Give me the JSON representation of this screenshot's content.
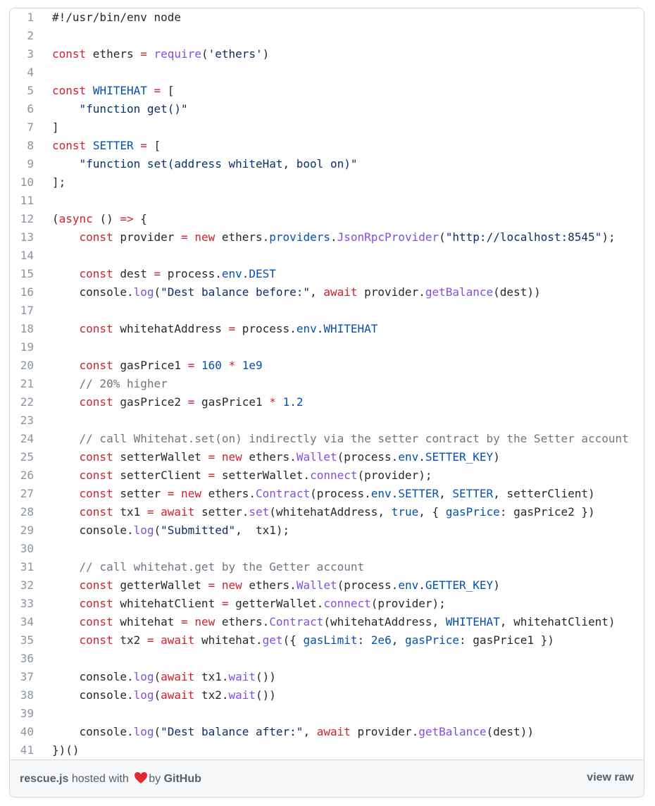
{
  "code": {
    "lines": [
      [
        [
          "p",
          "#!/usr/bin/env node"
        ]
      ],
      [],
      [
        [
          "k",
          "const"
        ],
        [
          "p",
          " ethers "
        ],
        [
          "k",
          "="
        ],
        [
          "p",
          " "
        ],
        [
          "f",
          "require"
        ],
        [
          "p",
          "("
        ],
        [
          "s",
          "'ethers'"
        ],
        [
          "p",
          ")"
        ]
      ],
      [],
      [
        [
          "k",
          "const"
        ],
        [
          "p",
          " "
        ],
        [
          "c",
          "WHITEHAT"
        ],
        [
          "p",
          " "
        ],
        [
          "k",
          "="
        ],
        [
          "p",
          " ["
        ]
      ],
      [
        [
          "p",
          "    "
        ],
        [
          "s",
          "\"function get()\""
        ]
      ],
      [
        [
          "p",
          "]"
        ]
      ],
      [
        [
          "k",
          "const"
        ],
        [
          "p",
          " "
        ],
        [
          "c",
          "SETTER"
        ],
        [
          "p",
          " "
        ],
        [
          "k",
          "="
        ],
        [
          "p",
          " ["
        ]
      ],
      [
        [
          "p",
          "    "
        ],
        [
          "s",
          "\"function set(address whiteHat, bool on)\""
        ]
      ],
      [
        [
          "p",
          "];"
        ]
      ],
      [],
      [
        [
          "p",
          "("
        ],
        [
          "k",
          "async"
        ],
        [
          "p",
          " () "
        ],
        [
          "k",
          "=>"
        ],
        [
          "p",
          " {"
        ]
      ],
      [
        [
          "p",
          "    "
        ],
        [
          "k",
          "const"
        ],
        [
          "p",
          " provider "
        ],
        [
          "k",
          "="
        ],
        [
          "p",
          " "
        ],
        [
          "k",
          "new"
        ],
        [
          "p",
          " ethers."
        ],
        [
          "c",
          "providers"
        ],
        [
          "p",
          "."
        ],
        [
          "f",
          "JsonRpcProvider"
        ],
        [
          "p",
          "("
        ],
        [
          "s",
          "\"http://localhost:8545\""
        ],
        [
          "p",
          ");"
        ]
      ],
      [],
      [
        [
          "p",
          "    "
        ],
        [
          "k",
          "const"
        ],
        [
          "p",
          " dest "
        ],
        [
          "k",
          "="
        ],
        [
          "p",
          " process."
        ],
        [
          "c",
          "env"
        ],
        [
          "p",
          "."
        ],
        [
          "c",
          "DEST"
        ]
      ],
      [
        [
          "p",
          "    console."
        ],
        [
          "f",
          "log"
        ],
        [
          "p",
          "("
        ],
        [
          "s",
          "\"Dest balance before:\""
        ],
        [
          "p",
          ", "
        ],
        [
          "k",
          "await"
        ],
        [
          "p",
          " provider."
        ],
        [
          "f",
          "getBalance"
        ],
        [
          "p",
          "(dest))"
        ]
      ],
      [],
      [
        [
          "p",
          "    "
        ],
        [
          "k",
          "const"
        ],
        [
          "p",
          " whitehatAddress "
        ],
        [
          "k",
          "="
        ],
        [
          "p",
          " process."
        ],
        [
          "c",
          "env"
        ],
        [
          "p",
          "."
        ],
        [
          "c",
          "WHITEHAT"
        ]
      ],
      [],
      [
        [
          "p",
          "    "
        ],
        [
          "k",
          "const"
        ],
        [
          "p",
          " gasPrice1 "
        ],
        [
          "k",
          "="
        ],
        [
          "p",
          " "
        ],
        [
          "c",
          "160"
        ],
        [
          "p",
          " "
        ],
        [
          "k",
          "*"
        ],
        [
          "p",
          " "
        ],
        [
          "c",
          "1e9"
        ]
      ],
      [
        [
          "p",
          "    "
        ],
        [
          "cm",
          "// 20% higher"
        ]
      ],
      [
        [
          "p",
          "    "
        ],
        [
          "k",
          "const"
        ],
        [
          "p",
          " gasPrice2 "
        ],
        [
          "k",
          "="
        ],
        [
          "p",
          " gasPrice1 "
        ],
        [
          "k",
          "*"
        ],
        [
          "p",
          " "
        ],
        [
          "c",
          "1.2"
        ]
      ],
      [],
      [
        [
          "p",
          "    "
        ],
        [
          "cm",
          "// call Whitehat.set(on) indirectly via the setter contract by the Setter account"
        ]
      ],
      [
        [
          "p",
          "    "
        ],
        [
          "k",
          "const"
        ],
        [
          "p",
          " setterWallet "
        ],
        [
          "k",
          "="
        ],
        [
          "p",
          " "
        ],
        [
          "k",
          "new"
        ],
        [
          "p",
          " ethers."
        ],
        [
          "f",
          "Wallet"
        ],
        [
          "p",
          "(process."
        ],
        [
          "c",
          "env"
        ],
        [
          "p",
          "."
        ],
        [
          "c",
          "SETTER_KEY"
        ],
        [
          "p",
          ")"
        ]
      ],
      [
        [
          "p",
          "    "
        ],
        [
          "k",
          "const"
        ],
        [
          "p",
          " setterClient "
        ],
        [
          "k",
          "="
        ],
        [
          "p",
          " setterWallet."
        ],
        [
          "f",
          "connect"
        ],
        [
          "p",
          "(provider);"
        ]
      ],
      [
        [
          "p",
          "    "
        ],
        [
          "k",
          "const"
        ],
        [
          "p",
          " setter "
        ],
        [
          "k",
          "="
        ],
        [
          "p",
          " "
        ],
        [
          "k",
          "new"
        ],
        [
          "p",
          " ethers."
        ],
        [
          "f",
          "Contract"
        ],
        [
          "p",
          "(process."
        ],
        [
          "c",
          "env"
        ],
        [
          "p",
          "."
        ],
        [
          "c",
          "SETTER"
        ],
        [
          "p",
          ", "
        ],
        [
          "c",
          "SETTER"
        ],
        [
          "p",
          ", setterClient)"
        ]
      ],
      [
        [
          "p",
          "    "
        ],
        [
          "k",
          "const"
        ],
        [
          "p",
          " tx1 "
        ],
        [
          "k",
          "="
        ],
        [
          "p",
          " "
        ],
        [
          "k",
          "await"
        ],
        [
          "p",
          " setter."
        ],
        [
          "f",
          "set"
        ],
        [
          "p",
          "(whitehatAddress, "
        ],
        [
          "c",
          "true"
        ],
        [
          "p",
          ", { "
        ],
        [
          "c",
          "gasPrice"
        ],
        [
          "p",
          ": gasPrice2 })"
        ]
      ],
      [
        [
          "p",
          "    console."
        ],
        [
          "f",
          "log"
        ],
        [
          "p",
          "("
        ],
        [
          "s",
          "\"Submitted\""
        ],
        [
          "p",
          ",  tx1);"
        ]
      ],
      [],
      [
        [
          "p",
          "    "
        ],
        [
          "cm",
          "// call whitehat.get by the Getter account"
        ]
      ],
      [
        [
          "p",
          "    "
        ],
        [
          "k",
          "const"
        ],
        [
          "p",
          " getterWallet "
        ],
        [
          "k",
          "="
        ],
        [
          "p",
          " "
        ],
        [
          "k",
          "new"
        ],
        [
          "p",
          " ethers."
        ],
        [
          "f",
          "Wallet"
        ],
        [
          "p",
          "(process."
        ],
        [
          "c",
          "env"
        ],
        [
          "p",
          "."
        ],
        [
          "c",
          "GETTER_KEY"
        ],
        [
          "p",
          ")"
        ]
      ],
      [
        [
          "p",
          "    "
        ],
        [
          "k",
          "const"
        ],
        [
          "p",
          " whitehatClient "
        ],
        [
          "k",
          "="
        ],
        [
          "p",
          " getterWallet."
        ],
        [
          "f",
          "connect"
        ],
        [
          "p",
          "(provider);"
        ]
      ],
      [
        [
          "p",
          "    "
        ],
        [
          "k",
          "const"
        ],
        [
          "p",
          " whitehat "
        ],
        [
          "k",
          "="
        ],
        [
          "p",
          " "
        ],
        [
          "k",
          "new"
        ],
        [
          "p",
          " ethers."
        ],
        [
          "f",
          "Contract"
        ],
        [
          "p",
          "(whitehatAddress, "
        ],
        [
          "c",
          "WHITEHAT"
        ],
        [
          "p",
          ", whitehatClient)"
        ]
      ],
      [
        [
          "p",
          "    "
        ],
        [
          "k",
          "const"
        ],
        [
          "p",
          " tx2 "
        ],
        [
          "k",
          "="
        ],
        [
          "p",
          " "
        ],
        [
          "k",
          "await"
        ],
        [
          "p",
          " whitehat."
        ],
        [
          "f",
          "get"
        ],
        [
          "p",
          "({ "
        ],
        [
          "c",
          "gasLimit"
        ],
        [
          "p",
          ": "
        ],
        [
          "c",
          "2e6"
        ],
        [
          "p",
          ", "
        ],
        [
          "c",
          "gasPrice"
        ],
        [
          "p",
          ": gasPrice1 })"
        ]
      ],
      [],
      [
        [
          "p",
          "    console."
        ],
        [
          "f",
          "log"
        ],
        [
          "p",
          "("
        ],
        [
          "k",
          "await"
        ],
        [
          "p",
          " tx1."
        ],
        [
          "f",
          "wait"
        ],
        [
          "p",
          "())"
        ]
      ],
      [
        [
          "p",
          "    console."
        ],
        [
          "f",
          "log"
        ],
        [
          "p",
          "("
        ],
        [
          "k",
          "await"
        ],
        [
          "p",
          " tx2."
        ],
        [
          "f",
          "wait"
        ],
        [
          "p",
          "())"
        ]
      ],
      [],
      [
        [
          "p",
          "    console."
        ],
        [
          "f",
          "log"
        ],
        [
          "p",
          "("
        ],
        [
          "s",
          "\"Dest balance after:\""
        ],
        [
          "p",
          ", "
        ],
        [
          "k",
          "await"
        ],
        [
          "p",
          " provider."
        ],
        [
          "f",
          "getBalance"
        ],
        [
          "p",
          "(dest))"
        ]
      ],
      [
        [
          "p",
          "})()"
        ]
      ]
    ]
  },
  "footer": {
    "filename": "rescue.js",
    "hosted_with": " hosted with ",
    "by": "by ",
    "github": "GitHub",
    "view_raw": "view raw",
    "heart_icon": "heart-icon"
  }
}
